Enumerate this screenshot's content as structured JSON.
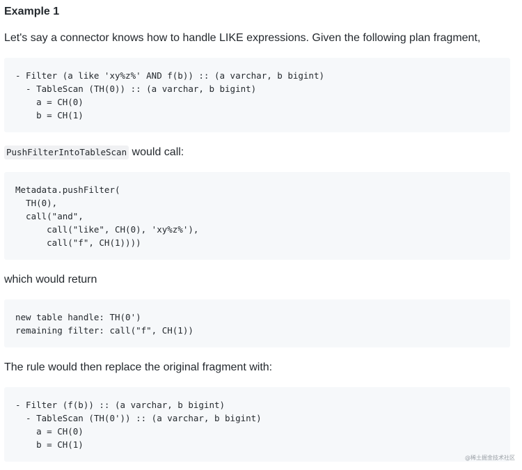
{
  "heading": "Example 1",
  "intro": "Let's say a connector knows how to handle LIKE expressions. Given the following plan fragment,",
  "code1": [
    "- Filter (a like 'xy%z%' AND f(b)) :: (a varchar, b bigint)",
    "  - TableScan (TH(0)) :: (a varchar, b bigint)",
    "    a = CH(0)",
    "    b = CH(1)"
  ],
  "rule_name": "PushFilterIntoTableScan",
  "would_call": " would call:",
  "code2": [
    "Metadata.pushFilter(",
    "  TH(0),",
    "  call(\"and\",",
    "      call(\"like\", CH(0), 'xy%z%'),",
    "      call(\"f\", CH(1))))"
  ],
  "which_return": "which would return",
  "code3": [
    "new table handle: TH(0')",
    "remaining filter: call(\"f\", CH(1))"
  ],
  "replace_text": "The rule would then replace the original fragment with:",
  "code4": [
    "- Filter (f(b)) :: (a varchar, b bigint)",
    "  - TableScan (TH(0')) :: (a varchar, b bigint)",
    "    a = CH(0)",
    "    b = CH(1)"
  ],
  "watermark": "@稀土掘金技术社区"
}
